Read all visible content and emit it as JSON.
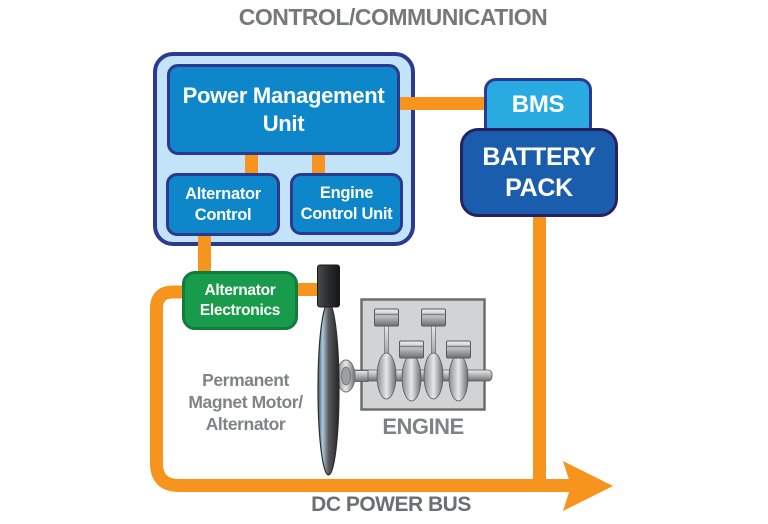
{
  "title": "CONTROL/COMMUNICATION",
  "control_unit": {
    "pmu_label": "Power Management\nUnit",
    "alternator_control_label": "Alternator\nControl",
    "engine_control_unit_label": "Engine\nControl Unit"
  },
  "bms_label": "BMS",
  "battery_pack_label": "BATTERY\nPACK",
  "alternator_electronics_label": "Alternator\nElectronics",
  "pm_motor_alternator_label": "Permanent\nMagnet Motor/\nAlternator",
  "engine_label": "ENGINE",
  "dc_power_bus_label": "DC POWER BUS",
  "colors": {
    "bus_orange": "#f7941e",
    "box_blue": "#0e87ca",
    "container_light_blue": "#c3e4f8",
    "navy_border": "#2b3990",
    "bms_cyan": "#29abe2",
    "battery_blue": "#1a5dad",
    "electronics_green": "#189b4a",
    "electronics_green_border": "#0e7c3d",
    "label_gray": "#808285",
    "bus_label_gray": "#6d6e71"
  }
}
